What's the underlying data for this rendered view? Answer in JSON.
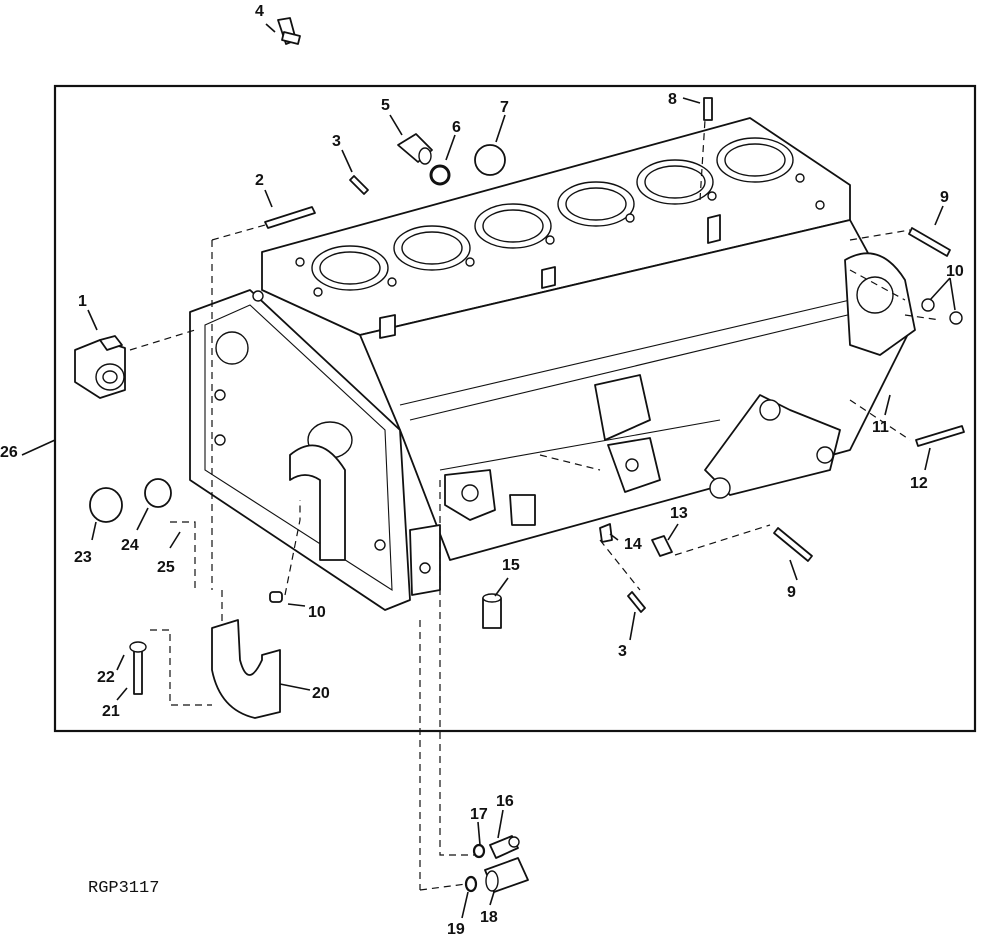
{
  "figure": {
    "reference_code": "RGP3117"
  },
  "callouts": [
    {
      "id": "c1",
      "label": "1"
    },
    {
      "id": "c2",
      "label": "2"
    },
    {
      "id": "c3a",
      "label": "3"
    },
    {
      "id": "c3b",
      "label": "3"
    },
    {
      "id": "c4",
      "label": "4"
    },
    {
      "id": "c5",
      "label": "5"
    },
    {
      "id": "c6",
      "label": "6"
    },
    {
      "id": "c7",
      "label": "7"
    },
    {
      "id": "c8",
      "label": "8"
    },
    {
      "id": "c9a",
      "label": "9"
    },
    {
      "id": "c9b",
      "label": "9"
    },
    {
      "id": "c10a",
      "label": "10"
    },
    {
      "id": "c10b",
      "label": "10"
    },
    {
      "id": "c11",
      "label": "11"
    },
    {
      "id": "c12",
      "label": "12"
    },
    {
      "id": "c13",
      "label": "13"
    },
    {
      "id": "c14",
      "label": "14"
    },
    {
      "id": "c15",
      "label": "15"
    },
    {
      "id": "c16",
      "label": "16"
    },
    {
      "id": "c17",
      "label": "17"
    },
    {
      "id": "c18",
      "label": "18"
    },
    {
      "id": "c19",
      "label": "19"
    },
    {
      "id": "c20",
      "label": "20"
    },
    {
      "id": "c21",
      "label": "21"
    },
    {
      "id": "c22",
      "label": "22"
    },
    {
      "id": "c23",
      "label": "23"
    },
    {
      "id": "c24",
      "label": "24"
    },
    {
      "id": "c25",
      "label": "25"
    },
    {
      "id": "c26",
      "label": "26"
    }
  ]
}
